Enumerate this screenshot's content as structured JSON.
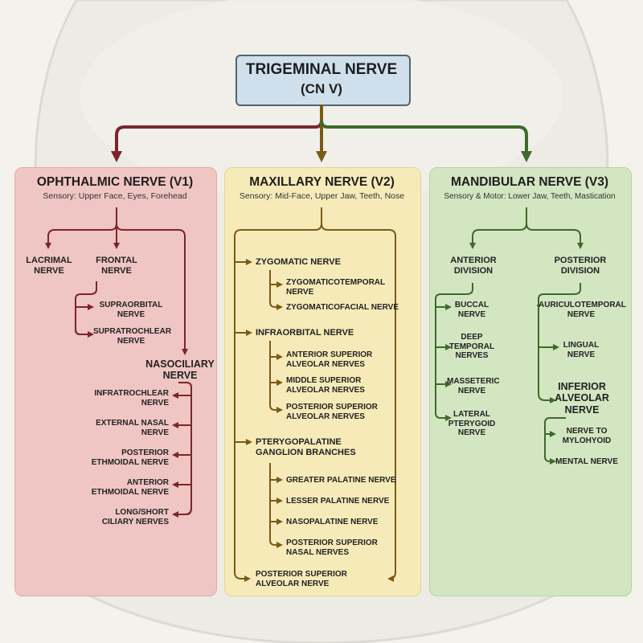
{
  "root": {
    "title": "TRIGEMINAL NERVE",
    "subtitle": "(CN V)"
  },
  "branches": {
    "v1": {
      "title": "OPHTHALMIC NERVE (V1)",
      "subtitle": "Sensory: Upper Face, Eyes, Forehead",
      "lacrimal": "LACRIMAL\nNERVE",
      "frontal": "FRONTAL\nNERVE",
      "supraorbital": "SUPRAORBITAL\nNERVE",
      "supratrochlear": "SUPRATROCHLEAR\nNERVE",
      "nasociliary": "NASOCILIARY\nNERVE",
      "infratrochlear": "INFRATROCHLEAR\nNERVE",
      "external_nasal": "EXTERNAL NASAL\nNERVE",
      "posterior_ethmoidal": "POSTERIOR\nETHMOIDAL NERVE",
      "anterior_ethmoidal": "ANTERIOR\nETHMOIDAL NERVE",
      "ciliary": "LONG/SHORT\nCILIARY NERVES",
      "color": "#7a2628"
    },
    "v2": {
      "title": "MAXILLARY NERVE (V2)",
      "subtitle": "Sensory: Mid-Face, Upper Jaw, Teeth, Nose",
      "zygomatic": "ZYGOMATIC NERVE",
      "zygomaticotemporal": "ZYGOMATICOTEMPORAL\nNERVE",
      "zygomaticofacial": "ZYGOMATICOFACIAL NERVE",
      "infraorbital": "INFRAORBITAL NERVE",
      "asa": "ANTERIOR SUPERIOR\nALVEOLAR NERVES",
      "msa": "MIDDLE SUPERIOR\nALVEOLAR NERVES",
      "psa_inner": "POSTERIOR SUPERIOR\nALVEOLAR NERVES",
      "pterygopalatine": "PTERYGOPALATINE\nGANGLION BRANCHES",
      "greater_palatine": "GREATER PALATINE NERVE",
      "lesser_palatine": "LESSER PALATINE NERVE",
      "nasopalatine": "NASOPALATINE NERVE",
      "posterior_superior_nasal": "POSTERIOR SUPERIOR\nNASAL NERVES",
      "psa_outer": "POSTERIOR SUPERIOR\nALVEOLAR NERVE",
      "color": "#7b5a16"
    },
    "v3": {
      "title": "MANDIBULAR NERVE (V3)",
      "subtitle": "Sensory & Motor: Lower Jaw, Teeth, Mastication",
      "anterior_division": "ANTERIOR\nDIVISION",
      "posterior_division": "POSTERIOR\nDIVISION",
      "buccal": "BUCCAL\nNERVE",
      "deep_temporal": "DEEP\nTEMPORAL\nNERVES",
      "masseteric": "MASSETERIC\nNERVE",
      "lateral_pterygoid": "LATERAL\nPTERYGOID\nNERVE",
      "auriculotemporal": "AURICULOTEMPORAL\nNERVE",
      "lingual": "LINGUAL\nNERVE",
      "inferior_alveolar": "INFERIOR\nALVEOLAR\nNERVE",
      "mylohyoid": "NERVE TO\nMYLOHYOID",
      "mental": "MENTAL NERVE",
      "color": "#3e6a2a"
    }
  }
}
